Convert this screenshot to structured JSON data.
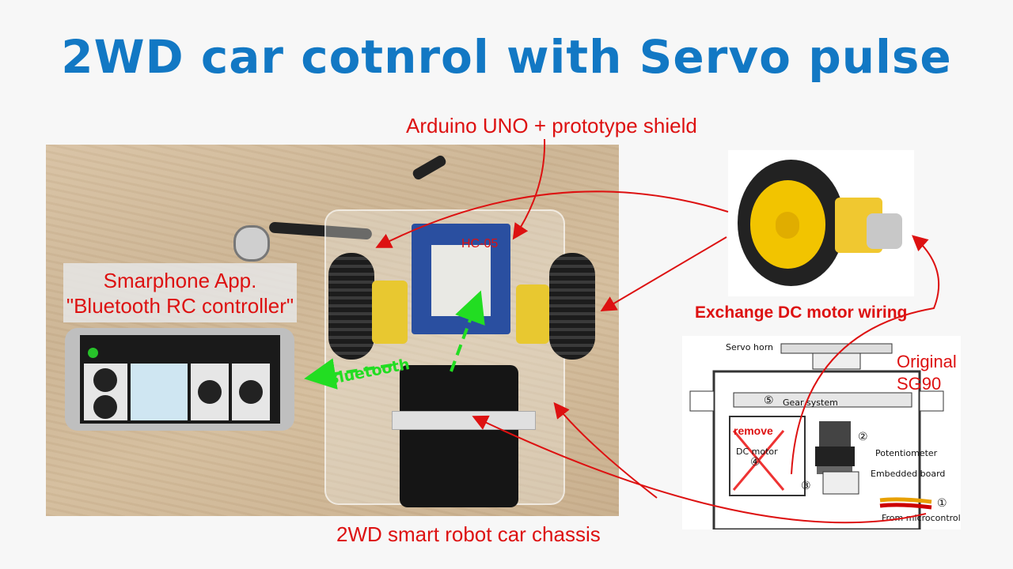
{
  "title": "2WD car cotnrol with Servo pulse",
  "labels": {
    "arduino": "Arduino UNO + prototype shield",
    "hc05": "HC-05",
    "app_line1": "Smarphone App.",
    "app_line2": "\"Bluetooth RC controller\"",
    "bluetooth": "Bluetooth",
    "exchange": "Exchange DC motor wiring",
    "original_line1": "Original",
    "original_line2": "SG90",
    "chassis": "2WD smart robot car chassis",
    "remove": "remove"
  },
  "servo_diagram": {
    "servo_horn": "Servo horn",
    "gear_num": "⑤",
    "gear_system": "Gear system",
    "pot_num": "②",
    "potentiometer": "Potentiometer",
    "dc_motor": "DC motor",
    "motor_num": "④",
    "board_num": "③",
    "embedded_board": "Embedded board",
    "wire_num": "①",
    "from_micro": "From microcontrol"
  },
  "colors": {
    "title": "#1278c4",
    "annotation": "#dd1111",
    "bluetooth": "#22dd22"
  }
}
